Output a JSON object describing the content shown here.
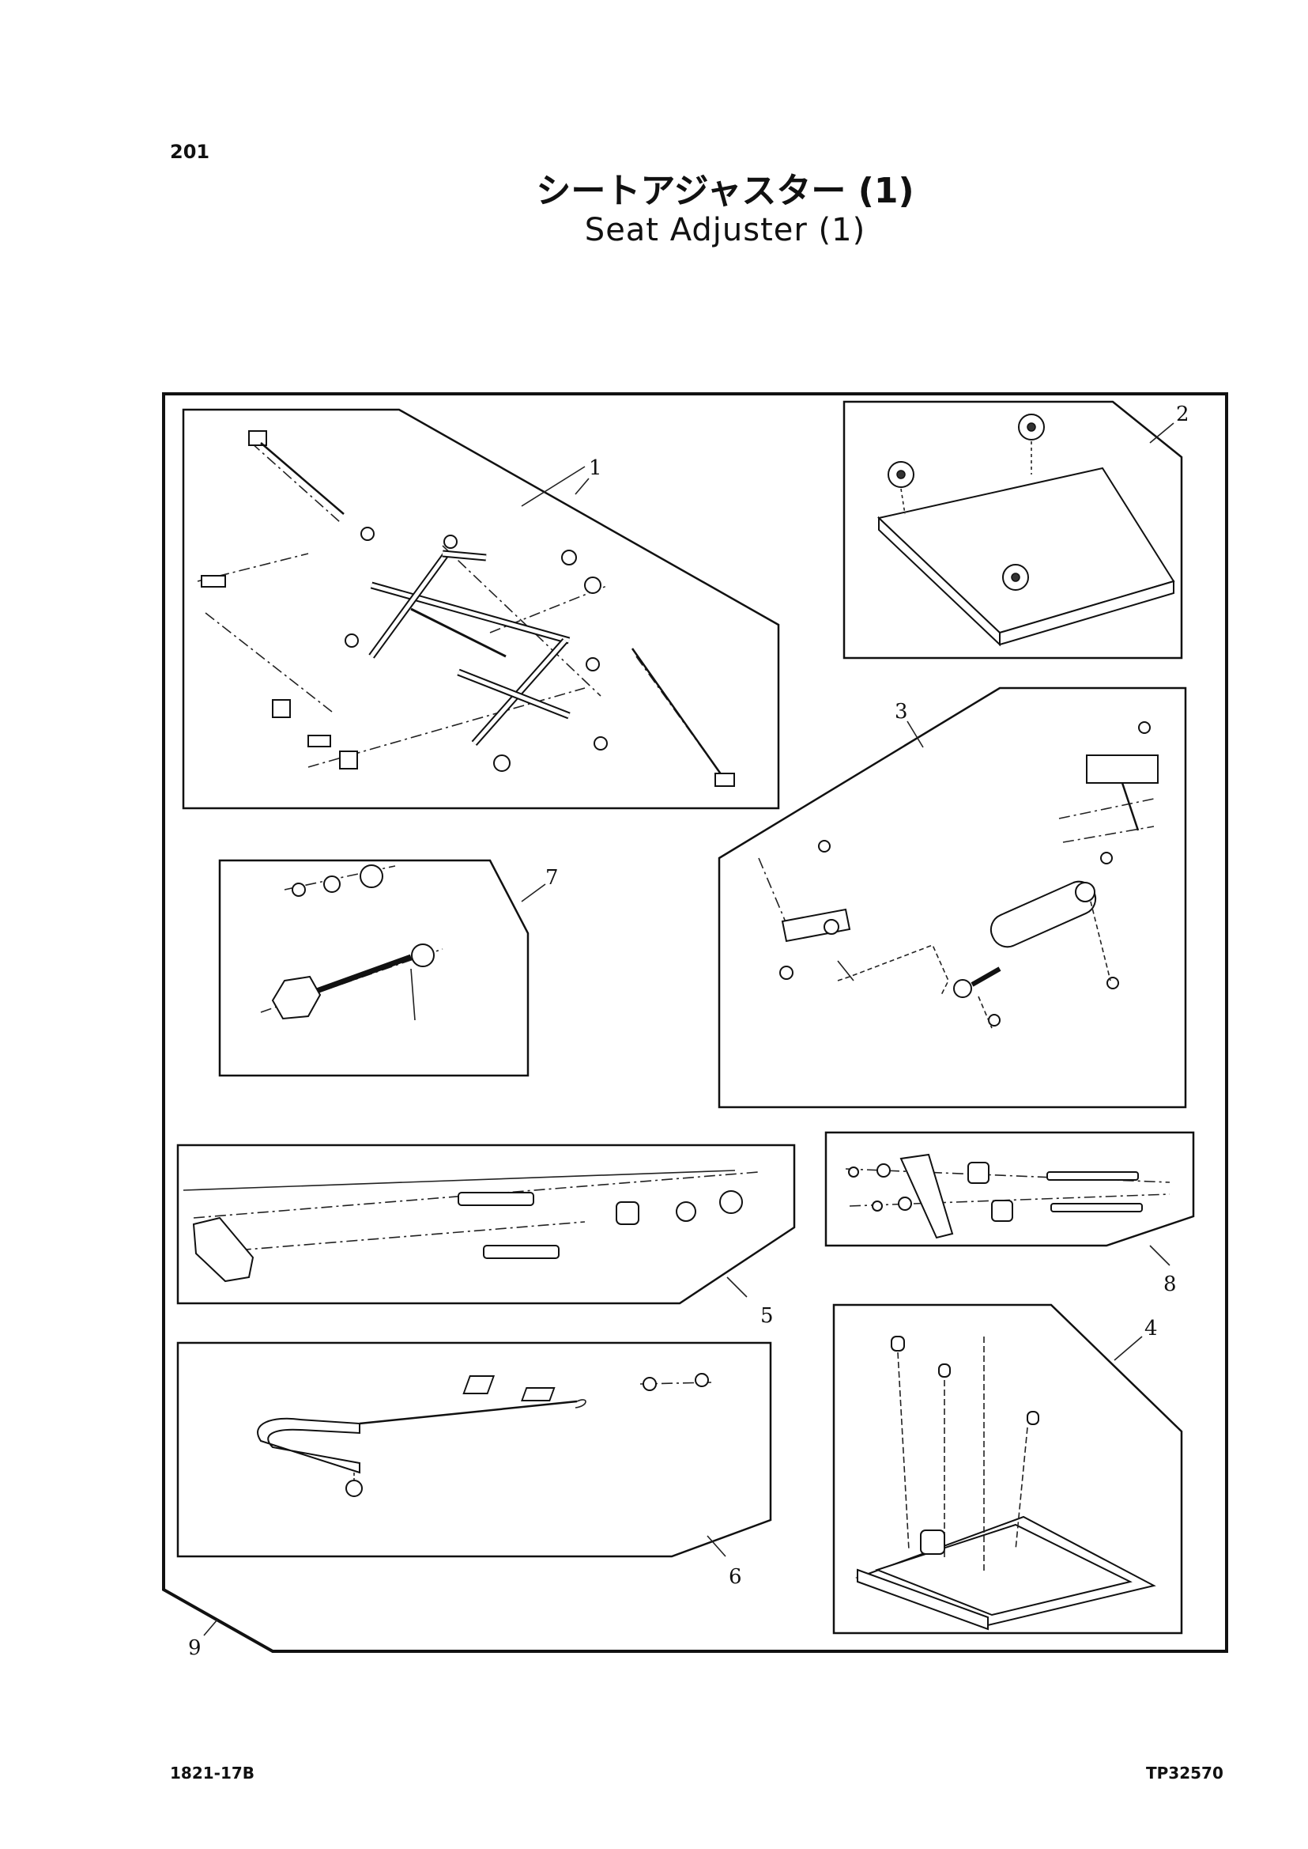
{
  "page": {
    "number": "201"
  },
  "title": {
    "japanese": "シートアジャスター (1)",
    "english": "Seat Adjuster (1)"
  },
  "callouts": [
    "1",
    "2",
    "3",
    "4",
    "5",
    "6",
    "7",
    "8",
    "9"
  ],
  "footer": {
    "left_code": "1821-17B",
    "right_code": "TP32570"
  }
}
